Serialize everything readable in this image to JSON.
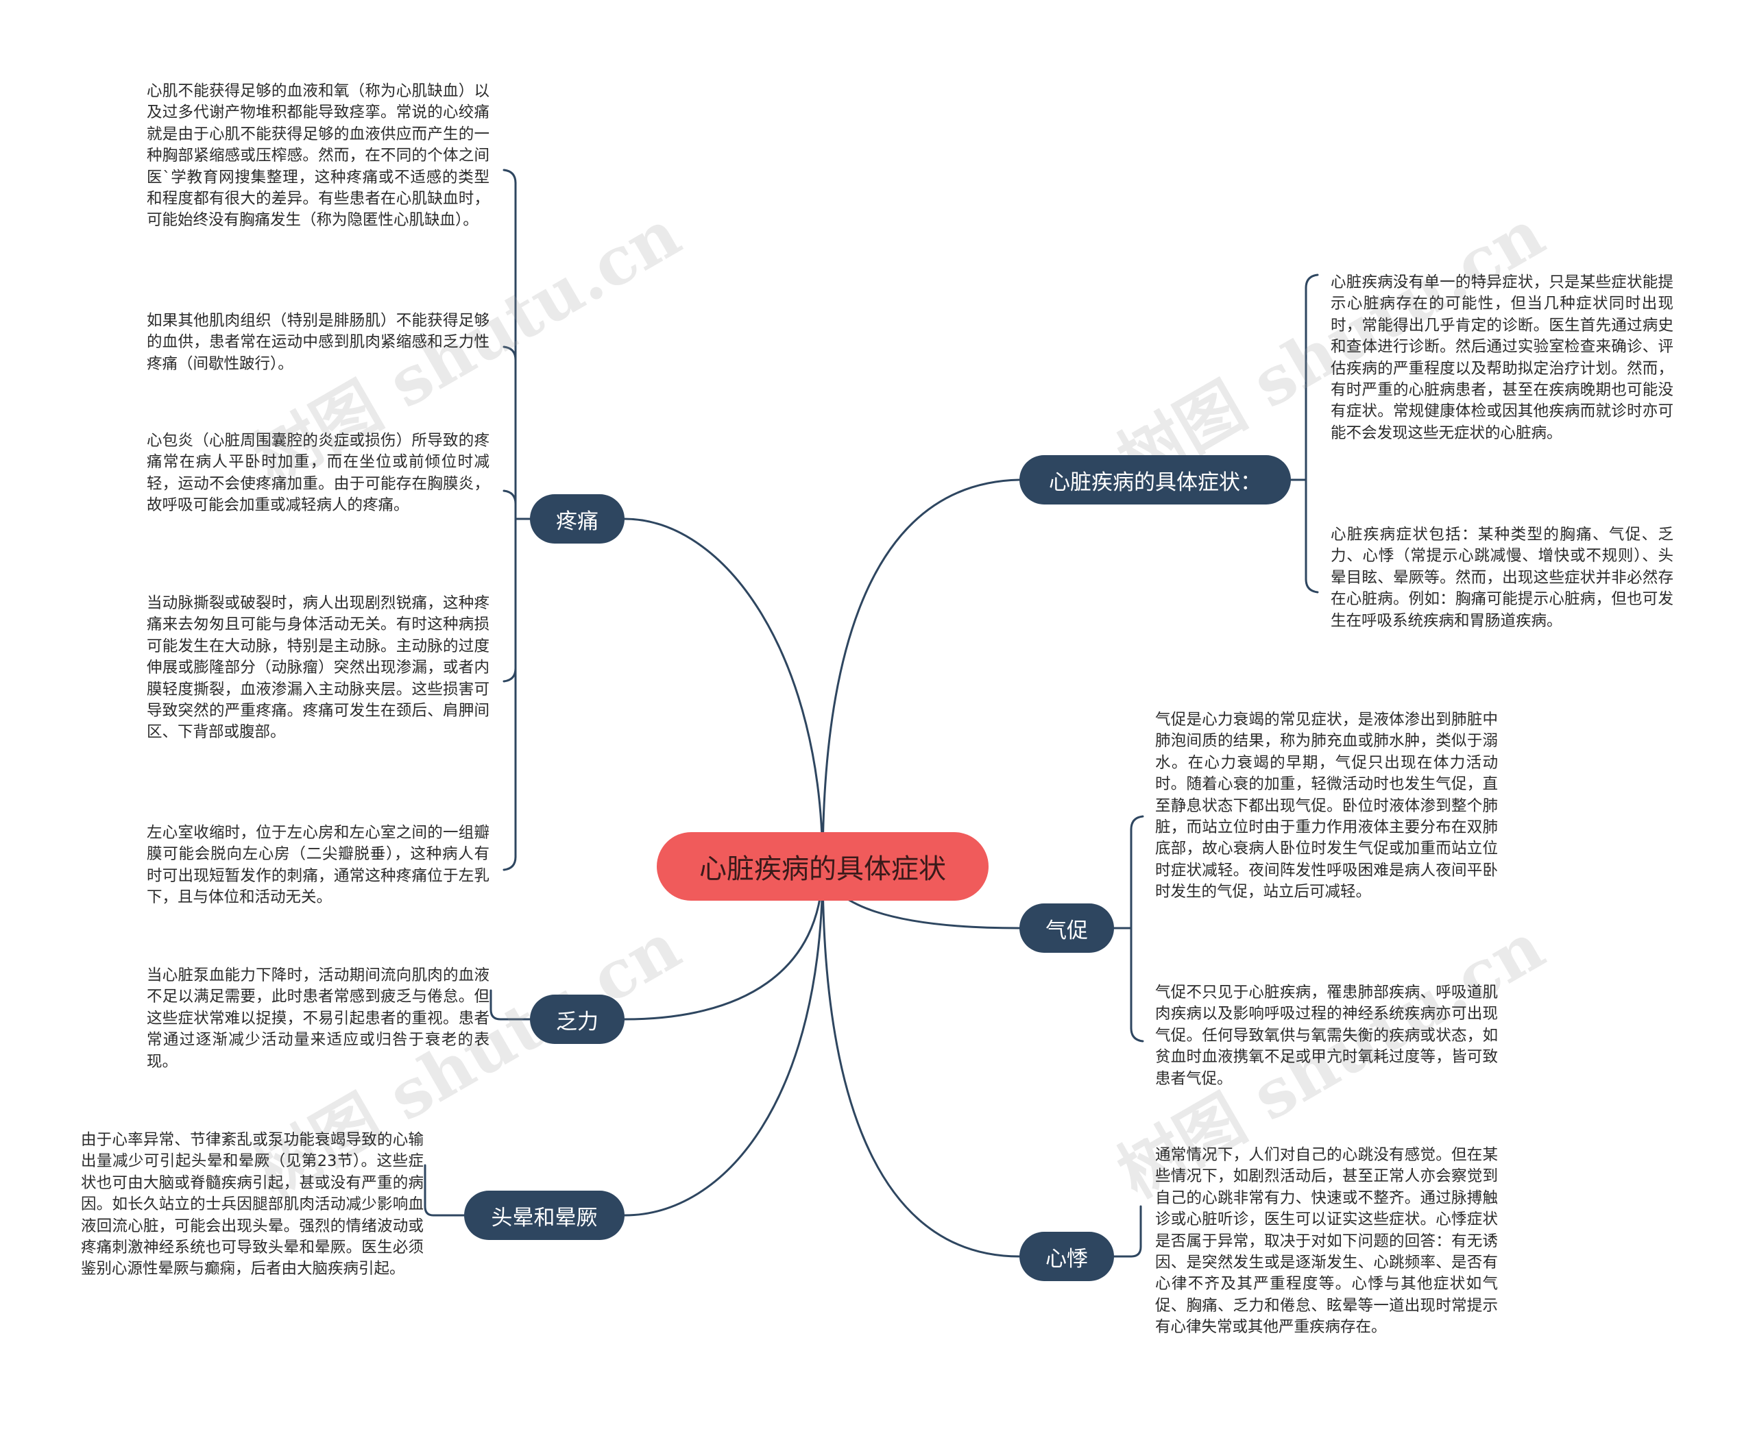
{
  "root": {
    "label": "心脏疾病的具体症状"
  },
  "colors": {
    "root": "#f05b5b",
    "branch": "#2e4660",
    "line": "#2e4660",
    "text": "#2b2b2b"
  },
  "watermark": "树图 shutu.cn",
  "branches": {
    "overview": {
      "label": "心脏疾病的具体症状：",
      "notes": [
        "心脏疾病没有单一的特异症状，只是某些症状能提示心脏病存在的可能性，但当几种症状同时出现时，常能得出几乎肯定的诊断。医生首先通过病史和查体进行诊断。然后通过实验室检查来确诊、评估疾病的严重程度以及帮助拟定治疗计划。然而，有时严重的心脏病患者，甚至在疾病晚期也可能没有症状。常规健康体检或因其他疾病而就诊时亦可能不会发现这些无症状的心脏病。",
        "心脏疾病症状包括：某种类型的胸痛、气促、乏力、心悸（常提示心跳减慢、增快或不规则）、头晕目眩、晕厥等。然而，出现这些症状并非必然存在心脏病。例如：胸痛可能提示心脏病，但也可发生在呼吸系统疾病和胃肠道疾病。"
      ]
    },
    "pain": {
      "label": "疼痛",
      "notes": [
        "心肌不能获得足够的血液和氧（称为心肌缺血）以及过多代谢产物堆积都能导致痉挛。常说的心绞痛就是由于心肌不能获得足够的血液供应而产生的一种胸部紧缩感或压榨感。然而，在不同的个体之间医`学教育网搜集整理，这种疼痛或不适感的类型和程度都有很大的差异。有些患者在心肌缺血时，可能始终没有胸痛发生（称为隐匿性心肌缺血）。",
        "如果其他肌肉组织（特别是腓肠肌）不能获得足够的血供，患者常在运动中感到肌肉紧缩感和乏力性疼痛（间歇性跛行）。",
        "心包炎（心脏周围囊腔的炎症或损伤）所导致的疼痛常在病人平卧时加重，而在坐位或前倾位时减轻，运动不会使疼痛加重。由于可能存在胸膜炎，故呼吸可能会加重或减轻病人的疼痛。",
        "当动脉撕裂或破裂时，病人出现剧烈锐痛，这种疼痛来去匆匆且可能与身体活动无关。有时这种病损可能发生在大动脉，特别是主动脉。主动脉的过度伸展或膨隆部分（动脉瘤）突然出现渗漏，或者内膜轻度撕裂，血液渗漏入主动脉夹层。这些损害可导致突然的严重疼痛。疼痛可发生在颈后、肩胛间区、下背部或腹部。",
        "左心室收缩时，位于左心房和左心室之间的一组瓣膜可能会脱向左心房（二尖瓣脱垂），这种病人有时可出现短暂发作的刺痛，通常这种疼痛位于左乳下，且与体位和活动无关。"
      ]
    },
    "fatigue": {
      "label": "乏力",
      "notes": [
        "当心脏泵血能力下降时，活动期间流向肌肉的血液不足以满足需要，此时患者常感到疲乏与倦怠。但这些症状常难以捉摸，不易引起患者的重视。患者常通过逐渐减少活动量来适应或归咎于衰老的表现。"
      ]
    },
    "dizziness": {
      "label": "头晕和晕厥",
      "notes": [
        "由于心率异常、节律紊乱或泵功能衰竭导致的心输出量减少可引起头晕和晕厥（见第23节）。这些症状也可由大脑或脊髓疾病引起，甚或没有严重的病因。如长久站立的士兵因腿部肌肉活动减少影响血液回流心脏，可能会出现头晕。强烈的情绪波动或疼痛刺激神经系统也可导致头晕和晕厥。医生必须鉴别心源性晕厥与癫痫，后者由大脑疾病引起。"
      ]
    },
    "dyspnea": {
      "label": "气促",
      "notes": [
        "气促是心力衰竭的常见症状，是液体渗出到肺脏中肺泡间质的结果，称为肺充血或肺水肿，类似于溺水。在心力衰竭的早期，气促只出现在体力活动时。随着心衰的加重，轻微活动时也发生气促，直至静息状态下都出现气促。卧位时液体渗到整个肺脏，而站立位时由于重力作用液体主要分布在双肺底部，故心衰病人卧位时发生气促或加重而站立位时症状减轻。夜间阵发性呼吸困难是病人夜间平卧时发生的气促，站立后可减轻。",
        "气促不只见于心脏疾病，罹患肺部疾病、呼吸道肌肉疾病以及影响呼吸过程的神经系统疾病亦可出现气促。任何导致氧供与氧需失衡的疾病或状态，如贫血时血液携氧不足或甲亢时氧耗过度等，皆可致患者气促。"
      ]
    },
    "palpitation": {
      "label": "心悸",
      "notes": [
        "通常情况下，人们对自己的心跳没有感觉。但在某些情况下，如剧烈活动后，甚至正常人亦会察觉到自己的心跳非常有力、快速或不整齐。通过脉搏触诊或心脏听诊，医生可以证实这些症状。心悸症状是否属于异常，取决于对如下问题的回答：有无诱因、是突然发生或是逐渐发生、心跳频率、是否有心律不齐及其严重程度等。心悸与其他症状如气促、胸痛、乏力和倦怠、眩晕等一道出现时常提示有心律失常或其他严重疾病存在。"
      ]
    }
  }
}
